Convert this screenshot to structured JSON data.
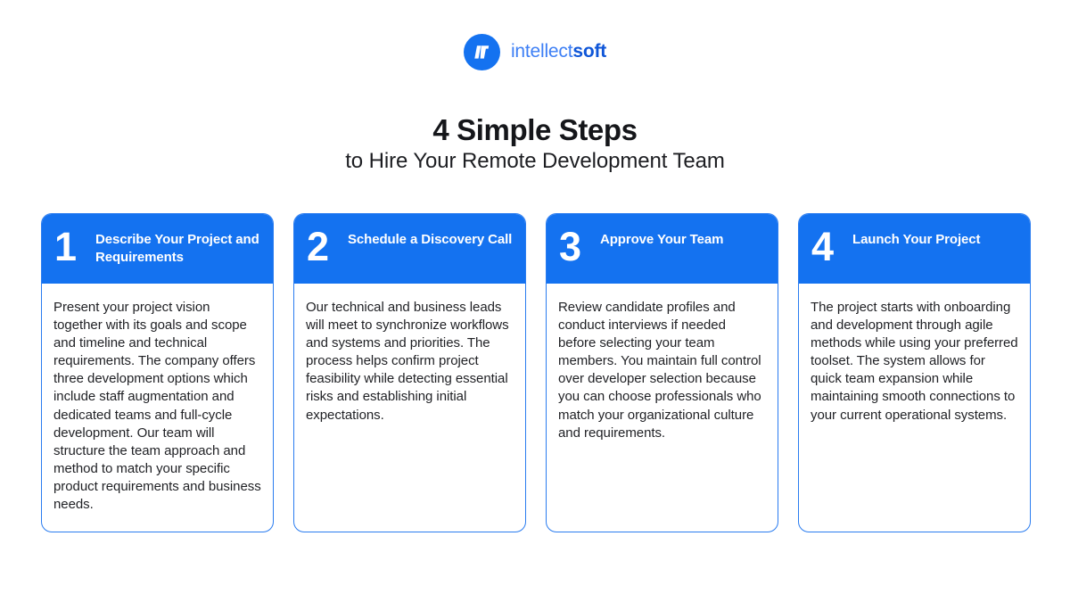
{
  "brand": {
    "logo_icon": "intellectsoft-logo-icon",
    "name_light": "intellect",
    "name_bold": "soft",
    "accent_color": "#1472f0",
    "wordmark_light_color": "#3d7ff5",
    "wordmark_bold_color": "#0f56d8"
  },
  "header": {
    "title": "4 Simple Steps",
    "subtitle": "to Hire Your Remote Development Team"
  },
  "steps": [
    {
      "number": "1",
      "heading": "Describe Your Project and Requirements",
      "text": "Present your project vision together with its goals and scope and timeline and technical requirements. The company offers three development options which include staff augmentation and dedicated teams and full-cycle development. Our team will structure the team approach and method to match your specific product requirements and business needs."
    },
    {
      "number": "2",
      "heading": "Schedule a Discovery Call",
      "text": "Our technical and business leads will meet to synchronize workflows and systems and priorities. The process helps confirm project feasibility while detecting essential risks and establishing initial expectations."
    },
    {
      "number": "3",
      "heading": "Approve Your Team",
      "text": "Review candidate profiles and conduct interviews if needed before selecting your team members. You maintain full control over developer selection because you can choose professionals who match your organizational culture and requirements."
    },
    {
      "number": "4",
      "heading": "Launch Your Project",
      "text": "The project starts with onboarding and development through agile methods while using your preferred toolset. The system allows for quick team expansion while maintaining smooth connections to your current operational systems."
    }
  ]
}
